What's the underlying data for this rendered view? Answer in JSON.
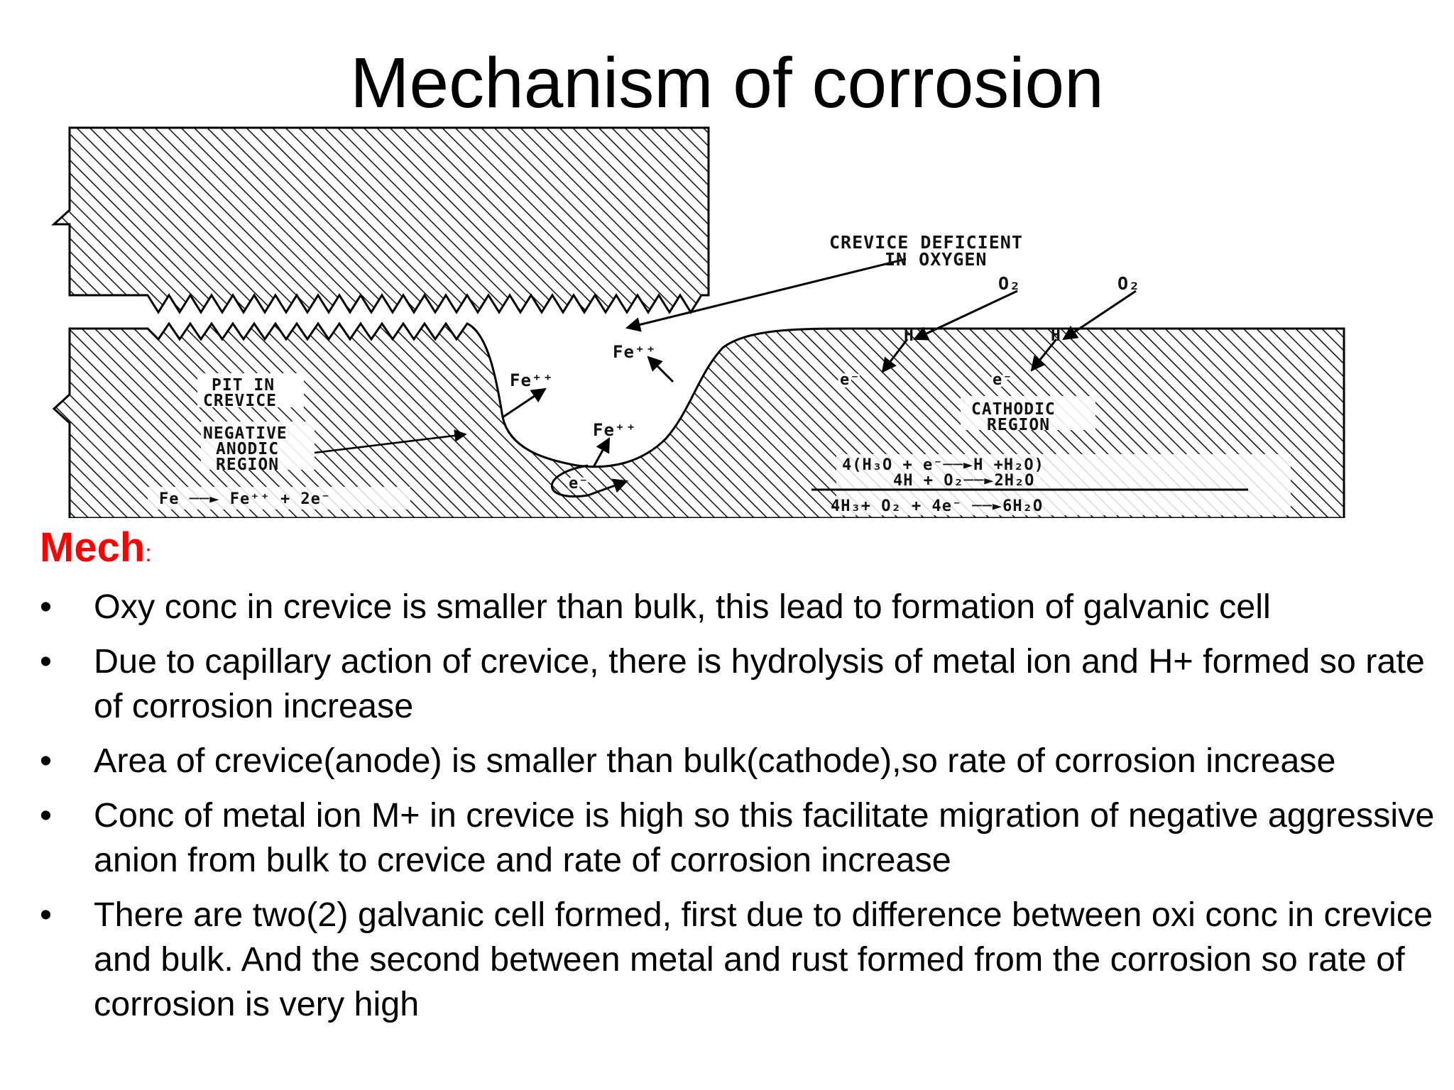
{
  "slide": {
    "title": "Mechanism of corrosion",
    "section_heading": "Mech",
    "section_colon": ":",
    "bullet_glyph": "•",
    "heading_color": "#ff0000",
    "bullets": [
      "Oxy conc in crevice is smaller than bulk, this lead to formation of galvanic cell",
      "Due to capillary action of crevice, there is hydrolysis of metal ion and H+ formed so rate of corrosion increase",
      "Area of crevice(anode) is smaller than bulk(cathode),so rate of corrosion increase",
      "Conc of metal ion M+ in crevice is high so this facilitate migration of negative aggressive anion from bulk to crevice and rate of corrosion increase",
      "There are two(2) galvanic cell formed, first due to difference between oxi conc  in crevice and bulk. And the second between metal and rust formed from the corrosion so rate of corrosion is very high"
    ]
  },
  "diagram": {
    "crevice_label_1": "CREVICE DEFICIENT",
    "crevice_label_2": "IN OXYGEN",
    "o2_a": "O₂",
    "o2_b": "O₂",
    "h_a": "H",
    "h_b": "H",
    "e_a": "e⁻",
    "e_b": "e⁻",
    "e_c": "e⁻",
    "fe_a": "Fe⁺⁺",
    "fe_b": "Fe⁺⁺",
    "fe_c": "Fe⁺⁺",
    "pit_1": "PIT IN",
    "pit_2": "CREVICE",
    "neg_1": "NEGATIVE",
    "neg_2": "ANODIC",
    "neg_3": "REGION",
    "anode_eq": "Fe ──► Fe⁺⁺ + 2e⁻",
    "cath_1": "CATHODIC",
    "cath_2": "REGION",
    "eq_1": "4(H₃O + e⁻──►H +H₂O)",
    "eq_2": "4H + O₂──►2H₂O",
    "eq_3": "4H₃+ O₂ + 4e⁻ ──►6H₂O"
  }
}
